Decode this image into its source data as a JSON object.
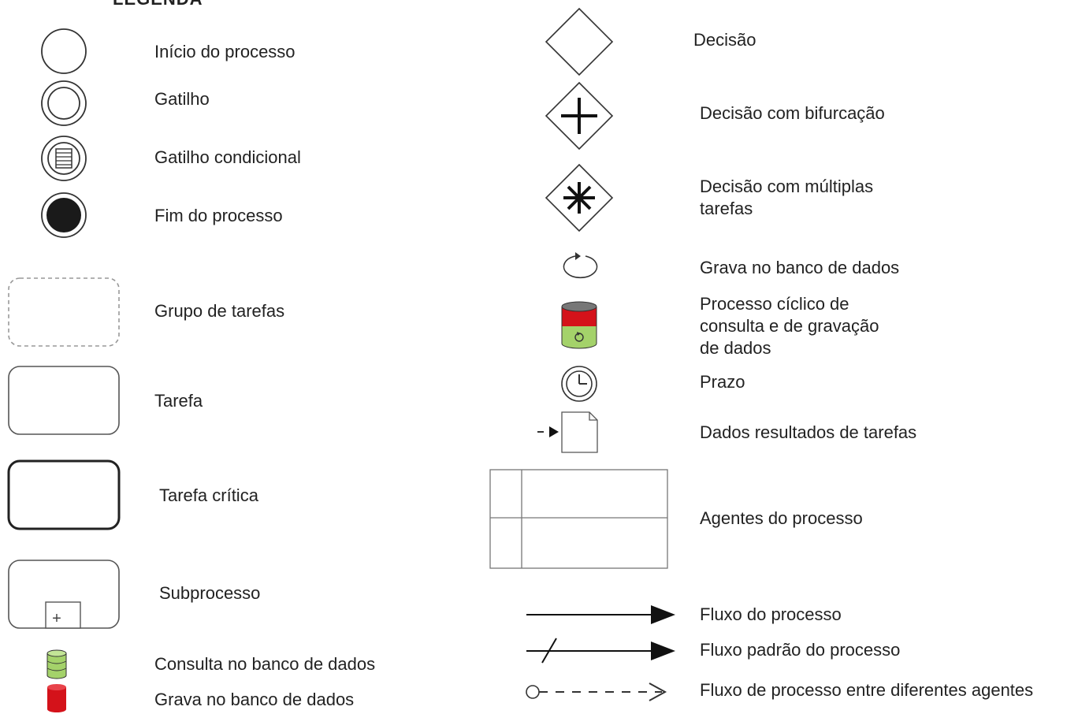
{
  "title": "LEGENDA",
  "left_items": {
    "inicio": "Início do processo",
    "gatilho": "Gatilho",
    "gatilho_condicional": "Gatilho condicional",
    "fim": "Fim do processo",
    "grupo": "Grupo de tarefas",
    "tarefa": "Tarefa",
    "tarefa_critica": "Tarefa crítica",
    "subprocesso": "Subprocesso",
    "consulta_bd": "Consulta no banco de dados",
    "grava_bd": "Grava no banco de dados"
  },
  "right_items": {
    "decisao": "Decisão",
    "decisao_bifurcacao": "Decisão com bifurcação",
    "decisao_multiplas_1": "Decisão com múltiplas",
    "decisao_multiplas_2": "tarefas",
    "grava_bd": "Grava no banco de dados",
    "ciclico_1": "Processo cíclico de",
    "ciclico_2": "consulta e de gravação",
    "ciclico_3": "de dados",
    "prazo": "Prazo",
    "dados_resultados": "Dados resultados de tarefas",
    "agentes": "Agentes do processo",
    "fluxo": "Fluxo do processo",
    "fluxo_padrao": "Fluxo padrão do processo",
    "fluxo_agentes": "Fluxo de processo entre diferentes agentes"
  },
  "subprocess_marker": "+",
  "colors": {
    "db_green": "#a4d26a",
    "db_red": "#d4121a",
    "db_gray": "#777777",
    "stroke": "#333333"
  }
}
